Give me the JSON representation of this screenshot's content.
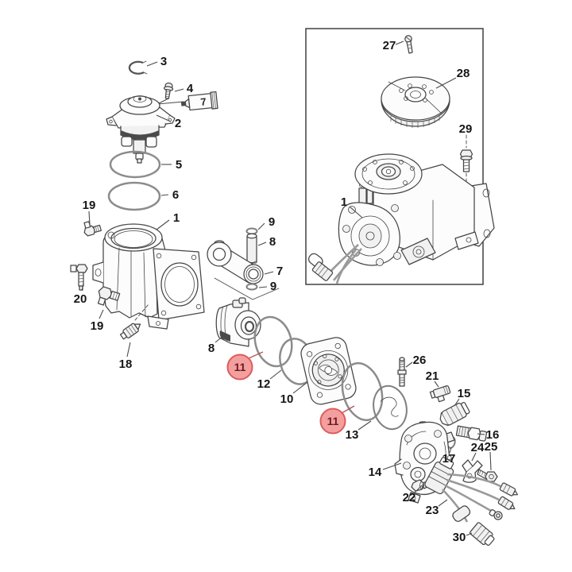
{
  "diagram": {
    "type": "exploded-parts-diagram",
    "colors": {
      "background": "#ffffff",
      "line": "#454545",
      "o_ring_gray": "#8c8c8c",
      "highlight_fill": "#f49f9f",
      "highlight_stroke": "#dd5c5c",
      "highlight_text": "#6d1a1d",
      "label_text": "#161616",
      "inset_border": "#333333"
    }
  },
  "callouts": [
    {
      "label": "3",
      "part": "retaining ring"
    },
    {
      "label": "4",
      "part": "screw"
    },
    {
      "label": "2",
      "part": "valve head assembly"
    },
    {
      "label": "5",
      "part": "o-ring"
    },
    {
      "label": "6",
      "part": "o-ring"
    },
    {
      "label": "19",
      "part": "fitting"
    },
    {
      "label": "1",
      "part": "cylinder block"
    },
    {
      "label": "20",
      "part": "fitting"
    },
    {
      "label": "19",
      "part": "fitting"
    },
    {
      "label": "18",
      "part": "valve fitting"
    },
    {
      "label": "9",
      "part": "retaining ring"
    },
    {
      "label": "8",
      "part": "piston pin"
    },
    {
      "label": "7",
      "part": "connecting rod"
    },
    {
      "label": "9",
      "part": "retaining ring"
    },
    {
      "label": "8",
      "part": "piston"
    },
    {
      "label": "11",
      "part": "o-ring",
      "highlighted": true
    },
    {
      "label": "12",
      "part": "o-ring"
    },
    {
      "label": "10",
      "part": "valve plate"
    },
    {
      "label": "11",
      "part": "o-ring",
      "highlighted": true
    },
    {
      "label": "13",
      "part": "gasket"
    },
    {
      "label": "26",
      "part": "stud"
    },
    {
      "label": "21",
      "part": "elbow fitting"
    },
    {
      "label": "15",
      "part": "plug"
    },
    {
      "label": "16",
      "part": "sensor"
    },
    {
      "label": "17",
      "part": "o-ring"
    },
    {
      "label": "24",
      "part": "bracket"
    },
    {
      "label": "25",
      "part": "bolt"
    },
    {
      "label": "14",
      "part": "head assembly"
    },
    {
      "label": "22",
      "part": "bolt"
    },
    {
      "label": "23",
      "part": "wiring harness"
    },
    {
      "label": "30",
      "part": "connector"
    },
    {
      "label": "27",
      "part": "screw"
    },
    {
      "label": "28",
      "part": "flywheel pulley"
    },
    {
      "label": "29",
      "part": "bolt"
    },
    {
      "label": "1",
      "part": "compressor assembly"
    },
    {
      "label": "7",
      "part": "sealant tube"
    }
  ]
}
